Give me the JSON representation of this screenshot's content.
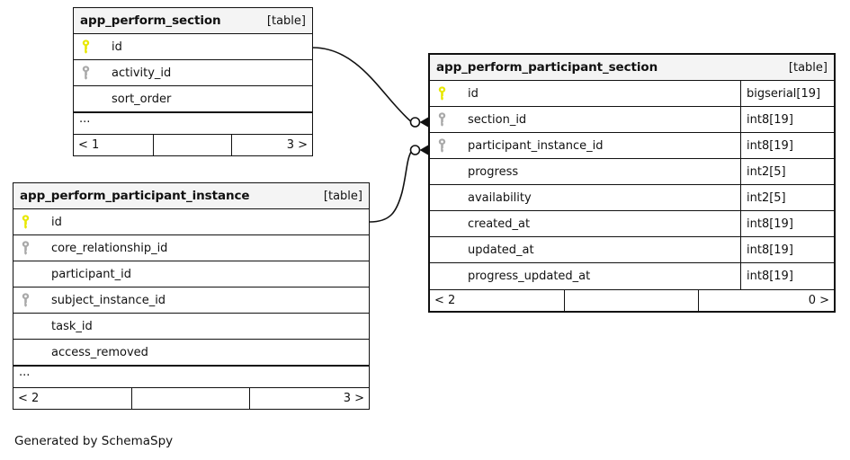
{
  "diagram": {
    "caption": "Generated by SchemaSpy",
    "kind_label": "[table]",
    "ellipsis": "...",
    "colors": {
      "primary_key": "#e8e800",
      "foreign_key": "#a9a9a9",
      "border": "#111111",
      "header_background": "#f4f4f4",
      "background": "#ffffff"
    }
  },
  "tables": [
    {
      "id": "app_perform_section",
      "name": "app_perform_section",
      "kind": "[table]",
      "columns": [
        {
          "name": "id",
          "key": "primary"
        },
        {
          "name": "activity_id",
          "key": "foreign"
        },
        {
          "name": "sort_order",
          "key": "none"
        }
      ],
      "has_ellipsis": true,
      "footer": {
        "left": "< 1",
        "middle": "",
        "right": "3 >"
      }
    },
    {
      "id": "app_perform_participant_instance",
      "name": "app_perform_participant_instance",
      "kind": "[table]",
      "columns": [
        {
          "name": "id",
          "key": "primary"
        },
        {
          "name": "core_relationship_id",
          "key": "foreign"
        },
        {
          "name": "participant_id",
          "key": "none"
        },
        {
          "name": "subject_instance_id",
          "key": "foreign"
        },
        {
          "name": "task_id",
          "key": "none"
        },
        {
          "name": "access_removed",
          "key": "none"
        }
      ],
      "has_ellipsis": true,
      "footer": {
        "left": "< 2",
        "middle": "",
        "right": "3 >"
      }
    },
    {
      "id": "app_perform_participant_section",
      "name": "app_perform_participant_section",
      "kind": "[table]",
      "columns": [
        {
          "name": "id",
          "key": "primary",
          "type": "bigserial[19]"
        },
        {
          "name": "section_id",
          "key": "foreign",
          "type": "int8[19]"
        },
        {
          "name": "participant_instance_id",
          "key": "foreign",
          "type": "int8[19]"
        },
        {
          "name": "progress",
          "key": "none",
          "type": "int2[5]"
        },
        {
          "name": "availability",
          "key": "none",
          "type": "int2[5]"
        },
        {
          "name": "created_at",
          "key": "none",
          "type": "int8[19]"
        },
        {
          "name": "updated_at",
          "key": "none",
          "type": "int8[19]"
        },
        {
          "name": "progress_updated_at",
          "key": "none",
          "type": "int8[19]"
        }
      ],
      "has_ellipsis": false,
      "footer": {
        "left": "< 2",
        "middle": "",
        "right": "0 >"
      }
    }
  ],
  "relationships": [
    {
      "id": "section-to-participant-section",
      "from_table": "app_perform_section",
      "from_column": "id",
      "to_table": "app_perform_participant_section",
      "to_column": "section_id",
      "from_cardinality": "one",
      "to_cardinality": "zero-or-many"
    },
    {
      "id": "participant-instance-to-participant-section",
      "from_table": "app_perform_participant_instance",
      "from_column": "id",
      "to_table": "app_perform_participant_section",
      "to_column": "participant_instance_id",
      "from_cardinality": "one",
      "to_cardinality": "zero-or-many"
    }
  ]
}
